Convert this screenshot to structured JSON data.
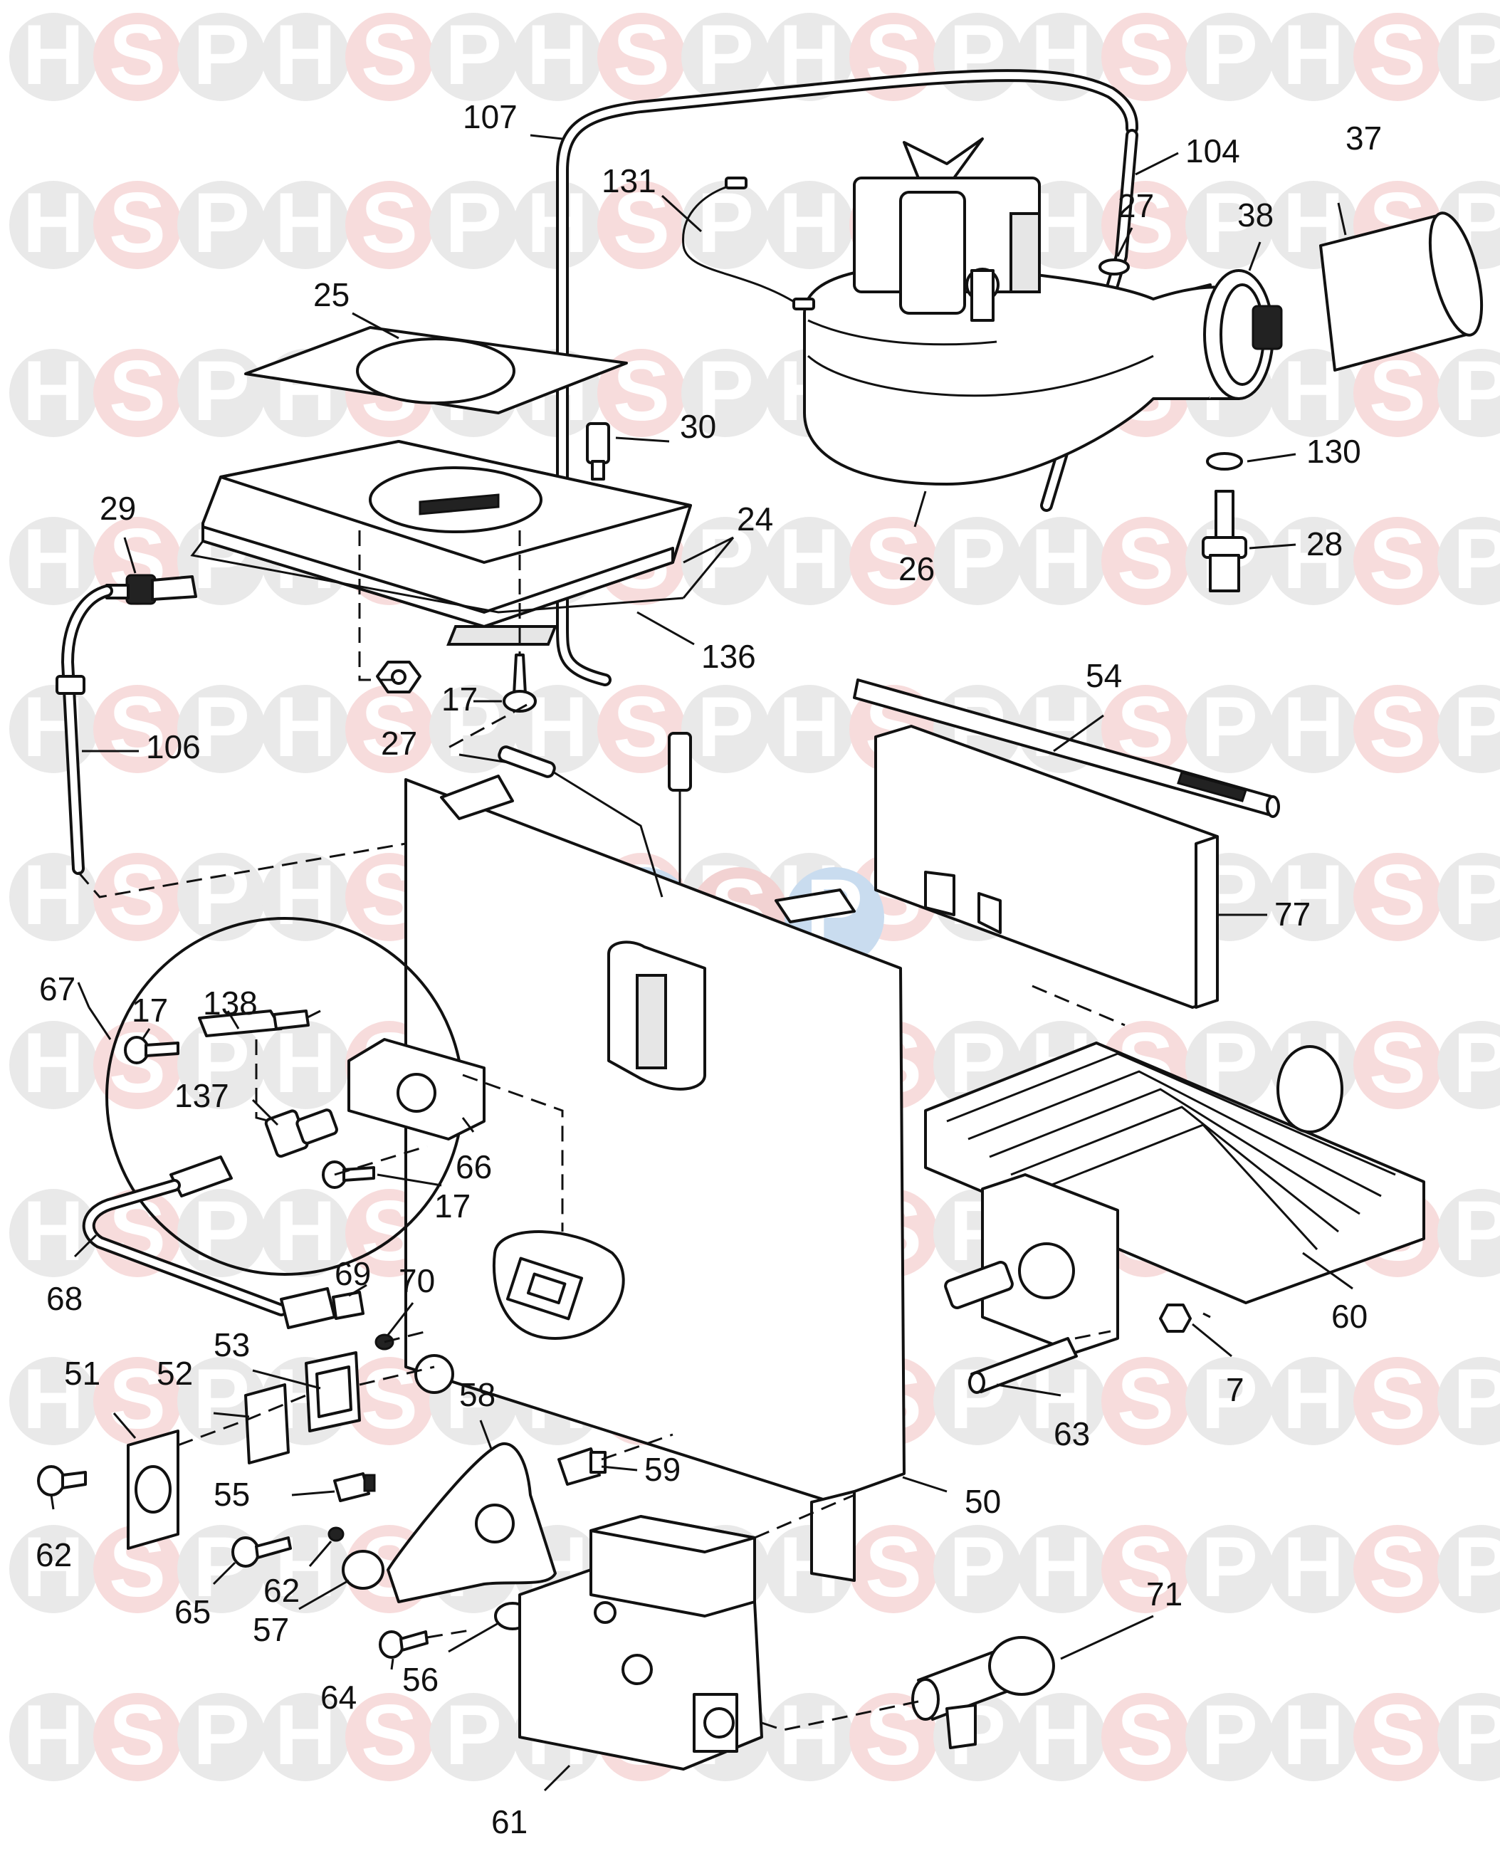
{
  "watermark": {
    "letters": [
      "H",
      "S",
      "P"
    ],
    "colors": {
      "H": "#e9e9e9",
      "S": "#f7dcdc",
      "P": "#e9e9e9"
    },
    "center_logo_colors": [
      "#c9dcef",
      "#f2d2d2",
      "#c9dcef"
    ]
  },
  "callouts": [
    {
      "id": "107",
      "text": "107"
    },
    {
      "id": "131",
      "text": "131"
    },
    {
      "id": "104",
      "text": "104"
    },
    {
      "id": "37",
      "text": "37"
    },
    {
      "id": "27a",
      "text": "27"
    },
    {
      "id": "38",
      "text": "38"
    },
    {
      "id": "25",
      "text": "25"
    },
    {
      "id": "30",
      "text": "30"
    },
    {
      "id": "130",
      "text": "130"
    },
    {
      "id": "29",
      "text": "29"
    },
    {
      "id": "24",
      "text": "24"
    },
    {
      "id": "28",
      "text": "28"
    },
    {
      "id": "26",
      "text": "26"
    },
    {
      "id": "136",
      "text": "136"
    },
    {
      "id": "17a",
      "text": "17"
    },
    {
      "id": "27b",
      "text": "27"
    },
    {
      "id": "54",
      "text": "54"
    },
    {
      "id": "106",
      "text": "106"
    },
    {
      "id": "77",
      "text": "77"
    },
    {
      "id": "67",
      "text": "67"
    },
    {
      "id": "17b",
      "text": "17"
    },
    {
      "id": "138",
      "text": "138"
    },
    {
      "id": "137",
      "text": "137"
    },
    {
      "id": "66",
      "text": "66"
    },
    {
      "id": "17c",
      "text": "17"
    },
    {
      "id": "68",
      "text": "68"
    },
    {
      "id": "69",
      "text": "69"
    },
    {
      "id": "70",
      "text": "70"
    },
    {
      "id": "60",
      "text": "60"
    },
    {
      "id": "7",
      "text": "7"
    },
    {
      "id": "53",
      "text": "53"
    },
    {
      "id": "51",
      "text": "51"
    },
    {
      "id": "52",
      "text": "52"
    },
    {
      "id": "58",
      "text": "58"
    },
    {
      "id": "63",
      "text": "63"
    },
    {
      "id": "55",
      "text": "55"
    },
    {
      "id": "59",
      "text": "59"
    },
    {
      "id": "50",
      "text": "50"
    },
    {
      "id": "62a",
      "text": "62"
    },
    {
      "id": "62b",
      "text": "62"
    },
    {
      "id": "65",
      "text": "65"
    },
    {
      "id": "57",
      "text": "57"
    },
    {
      "id": "71",
      "text": "71"
    },
    {
      "id": "64",
      "text": "64"
    },
    {
      "id": "56",
      "text": "56"
    },
    {
      "id": "61",
      "text": "61"
    }
  ]
}
